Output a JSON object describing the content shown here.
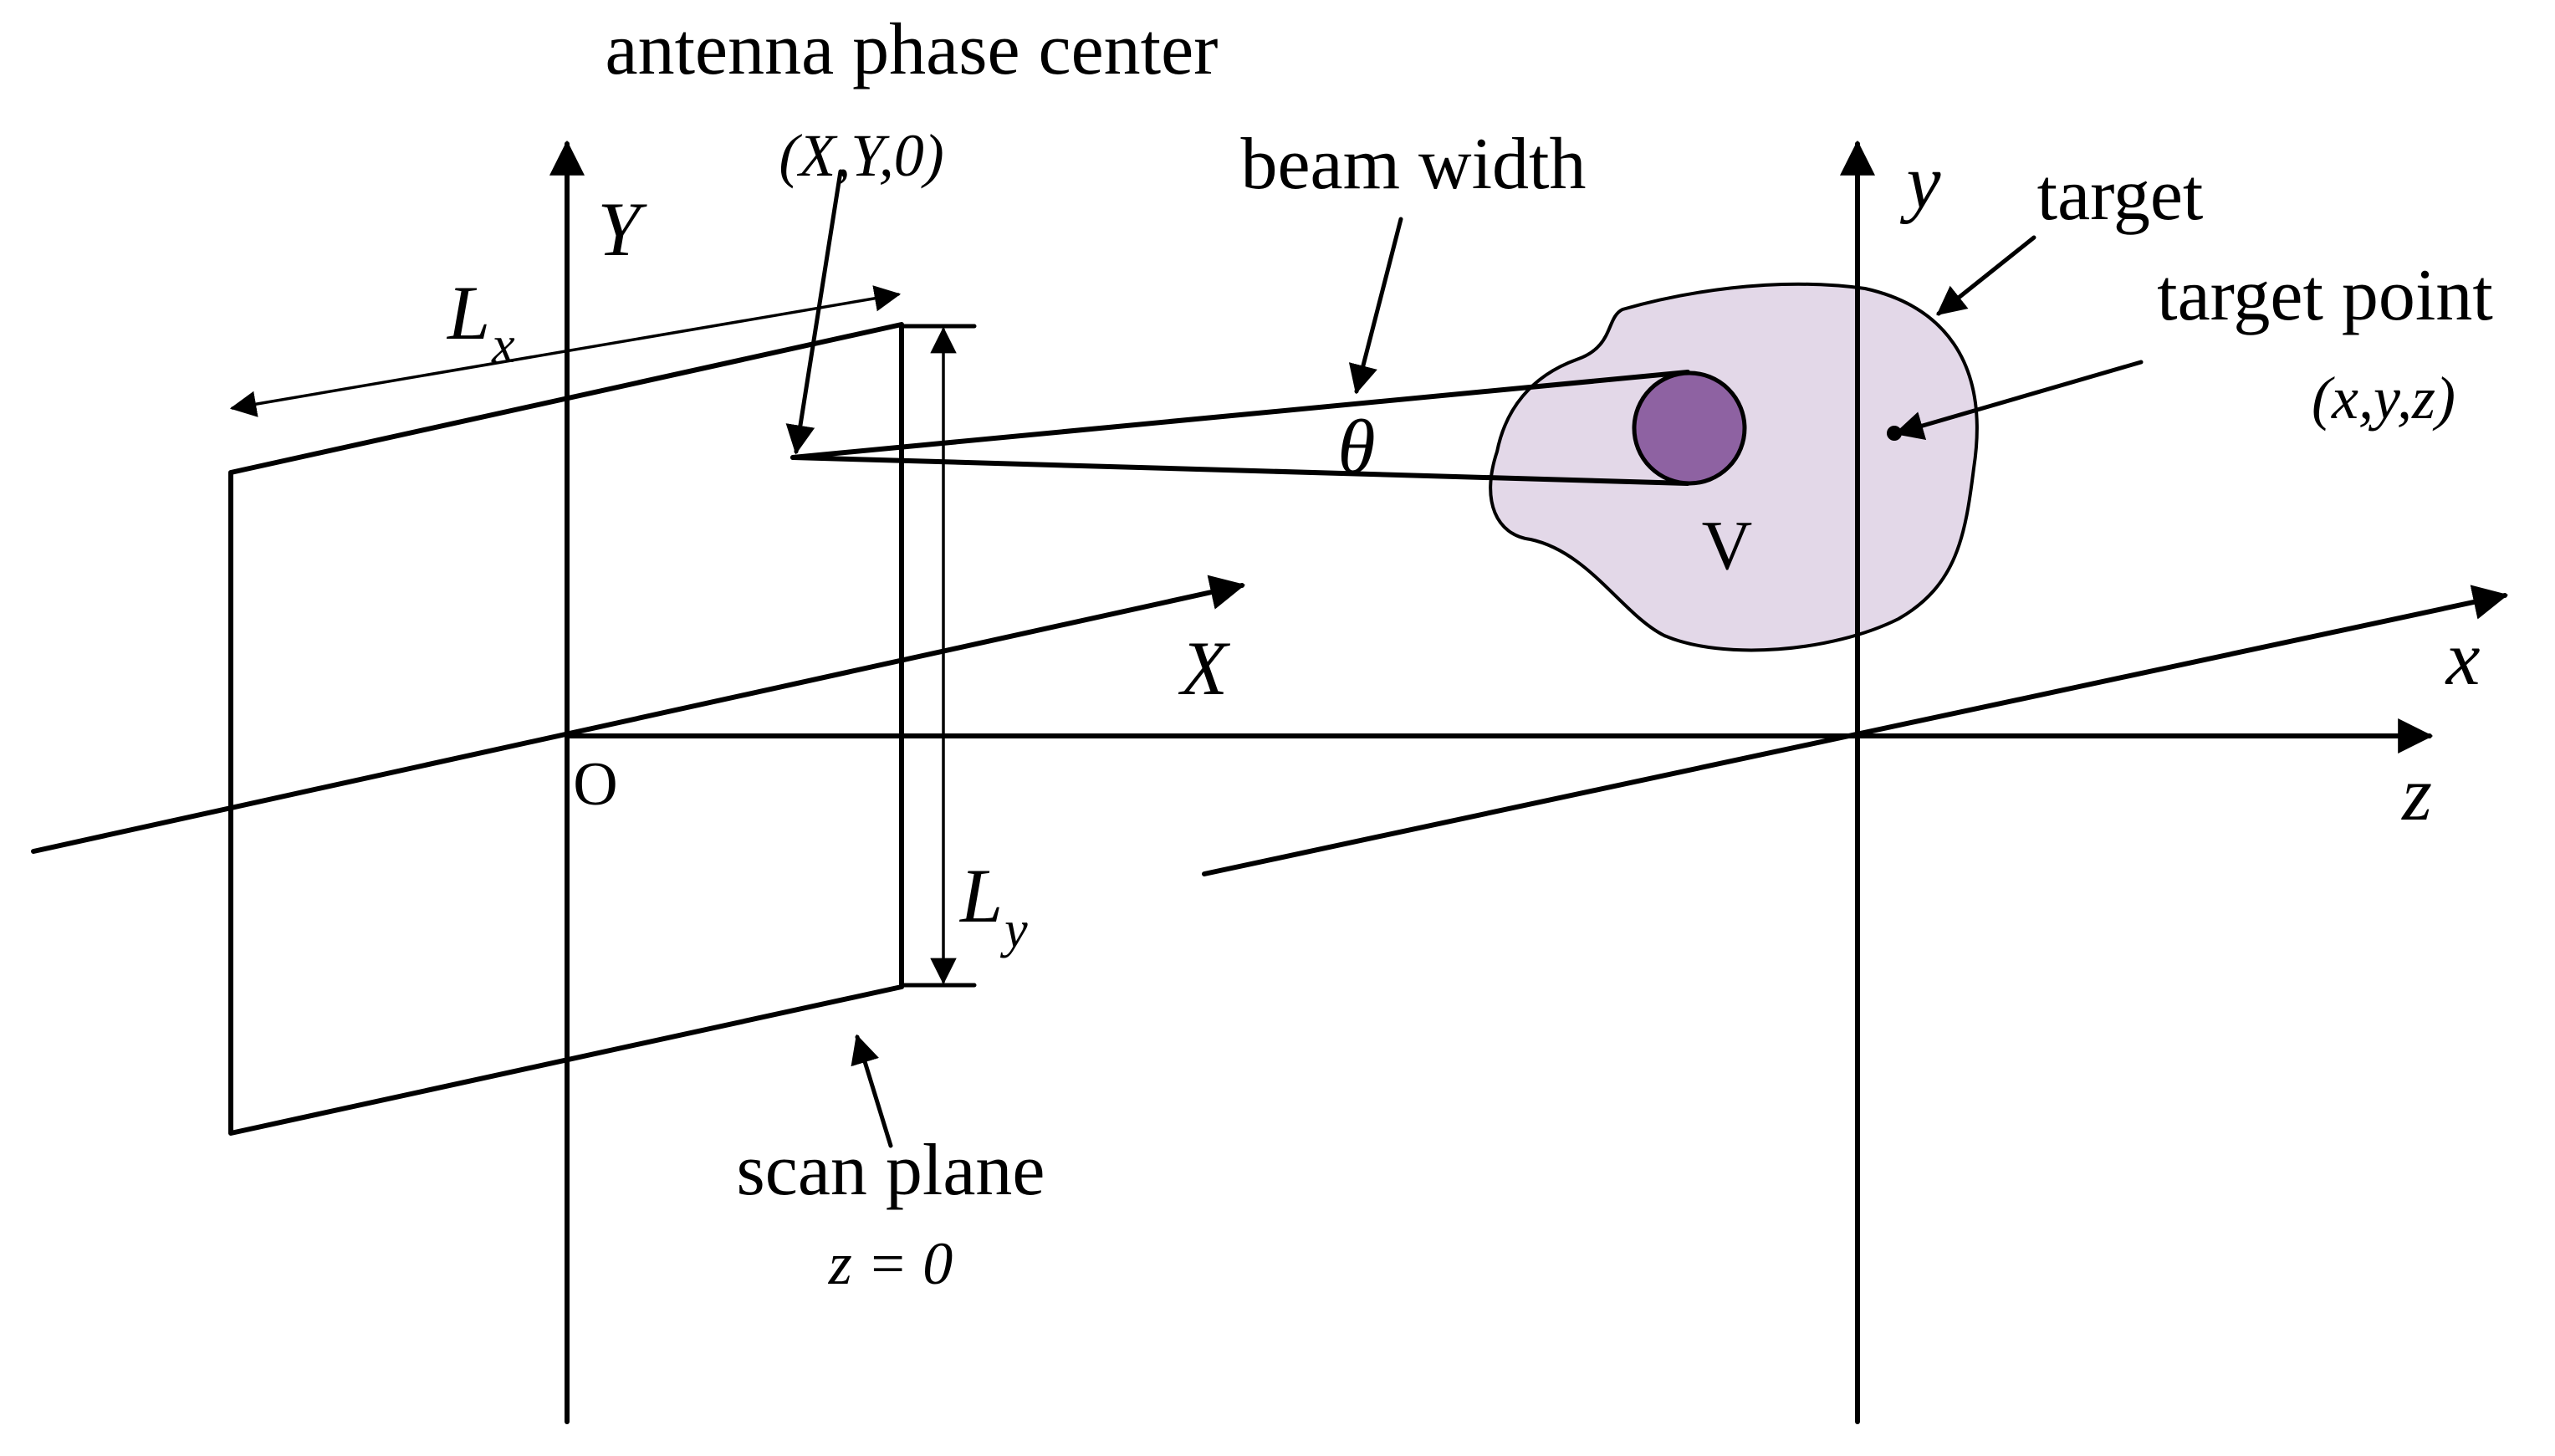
{
  "labels": {
    "antenna_phase_center": "antenna phase center",
    "antenna_coords": "(X,Y,0)",
    "beam_width": "beam width",
    "target": "target",
    "target_point": "target point",
    "target_point_coords": "(x,y,z)",
    "scan_plane": "scan plane",
    "scan_plane_eq": "z = 0",
    "theta": "θ",
    "volume": "V",
    "origin": "O"
  },
  "axes": {
    "upper_x": "X",
    "upper_y": "Y",
    "lower_x": "x",
    "lower_y": "y",
    "lower_z": "z"
  },
  "dimensions": {
    "lx_main": "L",
    "lx_sub": "x",
    "ly_main": "L",
    "ly_sub": "y"
  },
  "colors": {
    "target_fill": "#e3d8e8",
    "voxel_fill": "#8e62a2"
  }
}
